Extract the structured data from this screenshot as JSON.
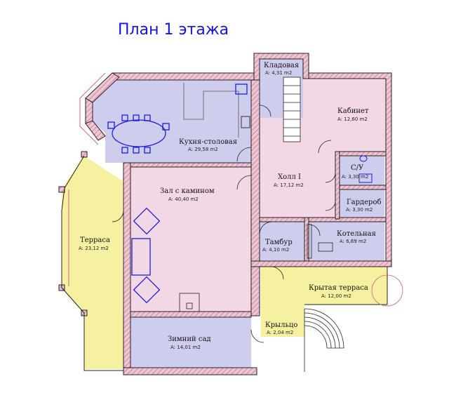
{
  "title": "План 1 этажа",
  "colors": {
    "title": "#1515d6",
    "wall_fill": "#e9c1cf",
    "wall_hatch": "#c86b86",
    "wall_stroke": "#222222",
    "room_pink": "#f2d7e6",
    "room_lavender": "#cfcdee",
    "room_yellow": "#f5f1a0",
    "furniture": "#1d1ddb"
  },
  "rooms": {
    "pantry": {
      "name": "Кладовая",
      "area": "A: 4,31 m2"
    },
    "kitchen": {
      "name": "Кухня-столовая",
      "area": "A: 29,58 m2"
    },
    "study": {
      "name": "Кабинет",
      "area": "A: 12,60 m2"
    },
    "bathroom": {
      "name": "С/У",
      "area": "A: 3,30 m2"
    },
    "hall": {
      "name": "Холл I",
      "area": "A: 17,12 m2"
    },
    "living": {
      "name": "Зал с камином",
      "area": "A: 40,40 m2"
    },
    "wardrobe": {
      "name": "Гардероб",
      "area": "A: 3,30 m2"
    },
    "terrace": {
      "name": "Терраса",
      "area": "A: 23,12 m2"
    },
    "vestibule": {
      "name": "Тамбур",
      "area": "A: 4,10 m2"
    },
    "boiler": {
      "name": "Котельная",
      "area": "A: 6,69 m2"
    },
    "covered_terrace": {
      "name": "Крытая терраса",
      "area": "A: 12,00 m2"
    },
    "winter_garden": {
      "name": "Зимний сад",
      "area": "A: 14,01 m2"
    },
    "porch": {
      "name": "Крыльцо",
      "area": "A: 2,04 m2"
    }
  }
}
